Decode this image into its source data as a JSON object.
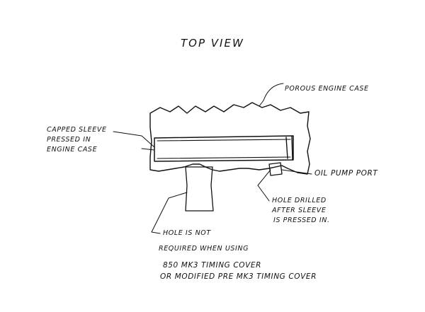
{
  "title": "TOP VIEW",
  "labels": {
    "porous_case": "POROUS ENGINE CASE",
    "capped_sleeve": [
      "CAPPED SLEEVE",
      "PRESSED IN",
      "ENGINE CASE"
    ],
    "oil_pump_port": "OIL PUMP PORT",
    "hole_drilled": [
      "HOLE DRILLED",
      "AFTER SLEEVE",
      "IS PRESSED IN."
    ],
    "hole_not_required": [
      "HOLE IS NOT",
      "REQUIRED WHEN USING"
    ],
    "timing_cover_line1": "850 MK3 TIMING COVER",
    "timing_cover_line2": "OR MODIFIED PRE MK3 TIMING COVER"
  },
  "colors": {
    "ink": "#111111",
    "paper": "#ffffff"
  }
}
